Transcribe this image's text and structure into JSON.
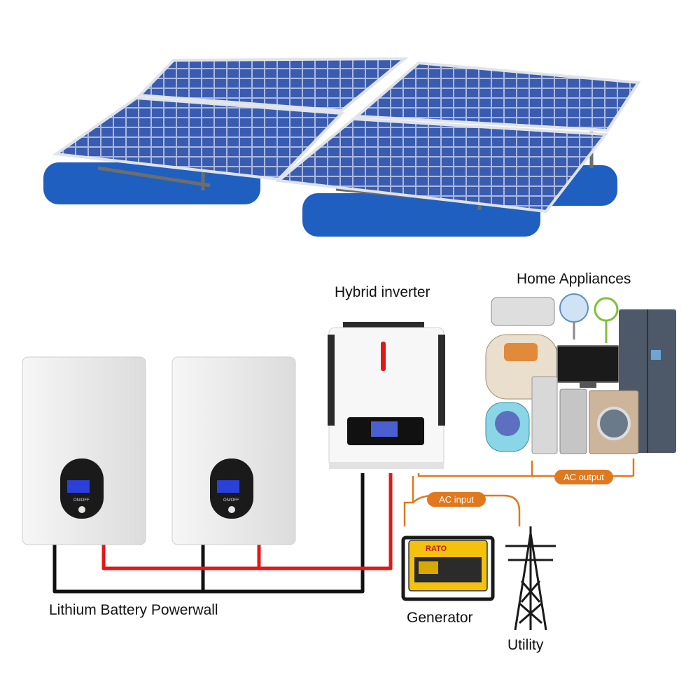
{
  "labels": {
    "hybrid_inverter": "Hybrid inverter",
    "home_appliances": "Home Appliances",
    "battery": "Lithium Battery Powerwall",
    "generator": "Generator",
    "utility": "Utility",
    "ac_output": "AC output",
    "ac_input": "AC input"
  },
  "battery_button": "ON/OFF",
  "generator_brand": "RATO",
  "colors": {
    "panel_cell": "#2a4a9a",
    "float_blue": "#1f5fbf",
    "cable_red": "#e01818",
    "cable_black": "#111111",
    "cable_orange": "#e0781e",
    "battery_body": "#e9e9e9",
    "inverter_body": "#f7f7f7",
    "generator_yellow": "#f4c20d"
  }
}
